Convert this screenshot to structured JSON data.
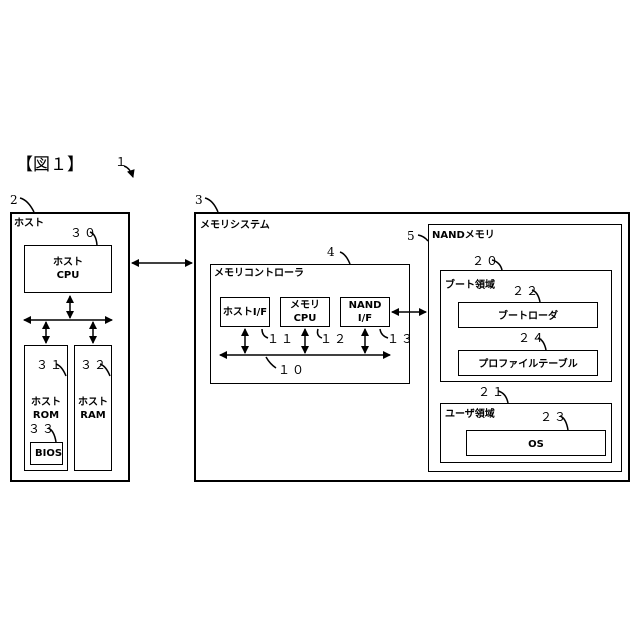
{
  "figure": {
    "title": "【図１】",
    "ref": "１"
  },
  "host": {
    "label": "ホスト",
    "ref": "2",
    "cpu": {
      "line1": "ホスト",
      "line2": "CPU",
      "ref": "３０"
    },
    "rom": {
      "line1": "ホスト",
      "line2": "ROM",
      "ref": "３１"
    },
    "ram": {
      "line1": "ホスト",
      "line2": "RAM",
      "ref": "３２"
    },
    "bios": {
      "label": "BIOS",
      "ref": "３３"
    }
  },
  "memory_system": {
    "label": "メモリシステム",
    "ref": "3",
    "controller": {
      "label": "メモリコントローラ",
      "ref": "4",
      "host_if": {
        "label": "ホストI/F",
        "ref": "１１"
      },
      "cpu": {
        "line1": "メモリ",
        "line2": "CPU",
        "ref": "１２"
      },
      "nand_if": {
        "line1": "NAND",
        "line2": "I/F",
        "ref": "１３"
      },
      "bus_ref": "１０"
    },
    "nand": {
      "label": "NANDメモリ",
      "ref": "5",
      "boot_area": {
        "label": "ブート領域",
        "ref": "２０",
        "bootloader": {
          "label": "ブートローダ",
          "ref": "２２"
        },
        "profile_table": {
          "label": "プロファイルテーブル",
          "ref": "２４"
        }
      },
      "user_area": {
        "label": "ユーザ領域",
        "ref": "２１",
        "os": {
          "label": "OS",
          "ref": "２３"
        }
      }
    }
  }
}
